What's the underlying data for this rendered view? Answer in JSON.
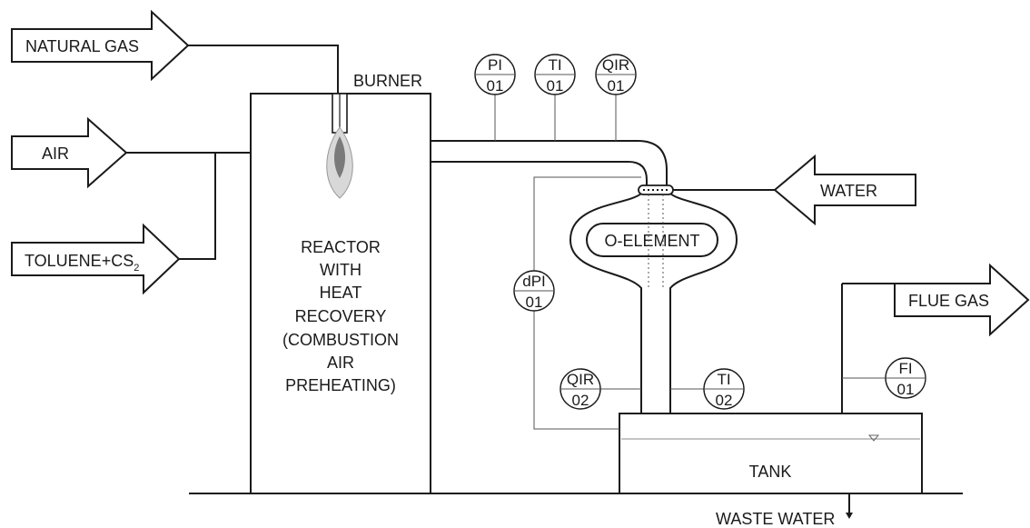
{
  "inputs": {
    "natural_gas": "NATURAL GAS",
    "air": "AIR",
    "toluene": "TOLUENE+CS",
    "toluene_sub": "2",
    "water": "WATER"
  },
  "outputs": {
    "flue_gas": "FLUE GAS",
    "waste_water": "WASTE WATER"
  },
  "equipment": {
    "burner": "BURNER",
    "reactor_lines": [
      "REACTOR",
      "WITH",
      "HEAT",
      "RECOVERY",
      "(COMBUSTION",
      "AIR",
      "PREHEATING)"
    ],
    "o_element": "O-ELEMENT",
    "tank": "TANK"
  },
  "instruments": [
    {
      "id": "pi01",
      "top": "PI",
      "bottom": "01"
    },
    {
      "id": "ti01",
      "top": "TI",
      "bottom": "01"
    },
    {
      "id": "qir01",
      "top": "QIR",
      "bottom": "01"
    },
    {
      "id": "dpi01",
      "top": "dPI",
      "bottom": "01"
    },
    {
      "id": "qir02",
      "top": "QIR",
      "bottom": "02"
    },
    {
      "id": "ti02",
      "top": "TI",
      "bottom": "02"
    },
    {
      "id": "fi01",
      "top": "FI",
      "bottom": "01"
    }
  ]
}
